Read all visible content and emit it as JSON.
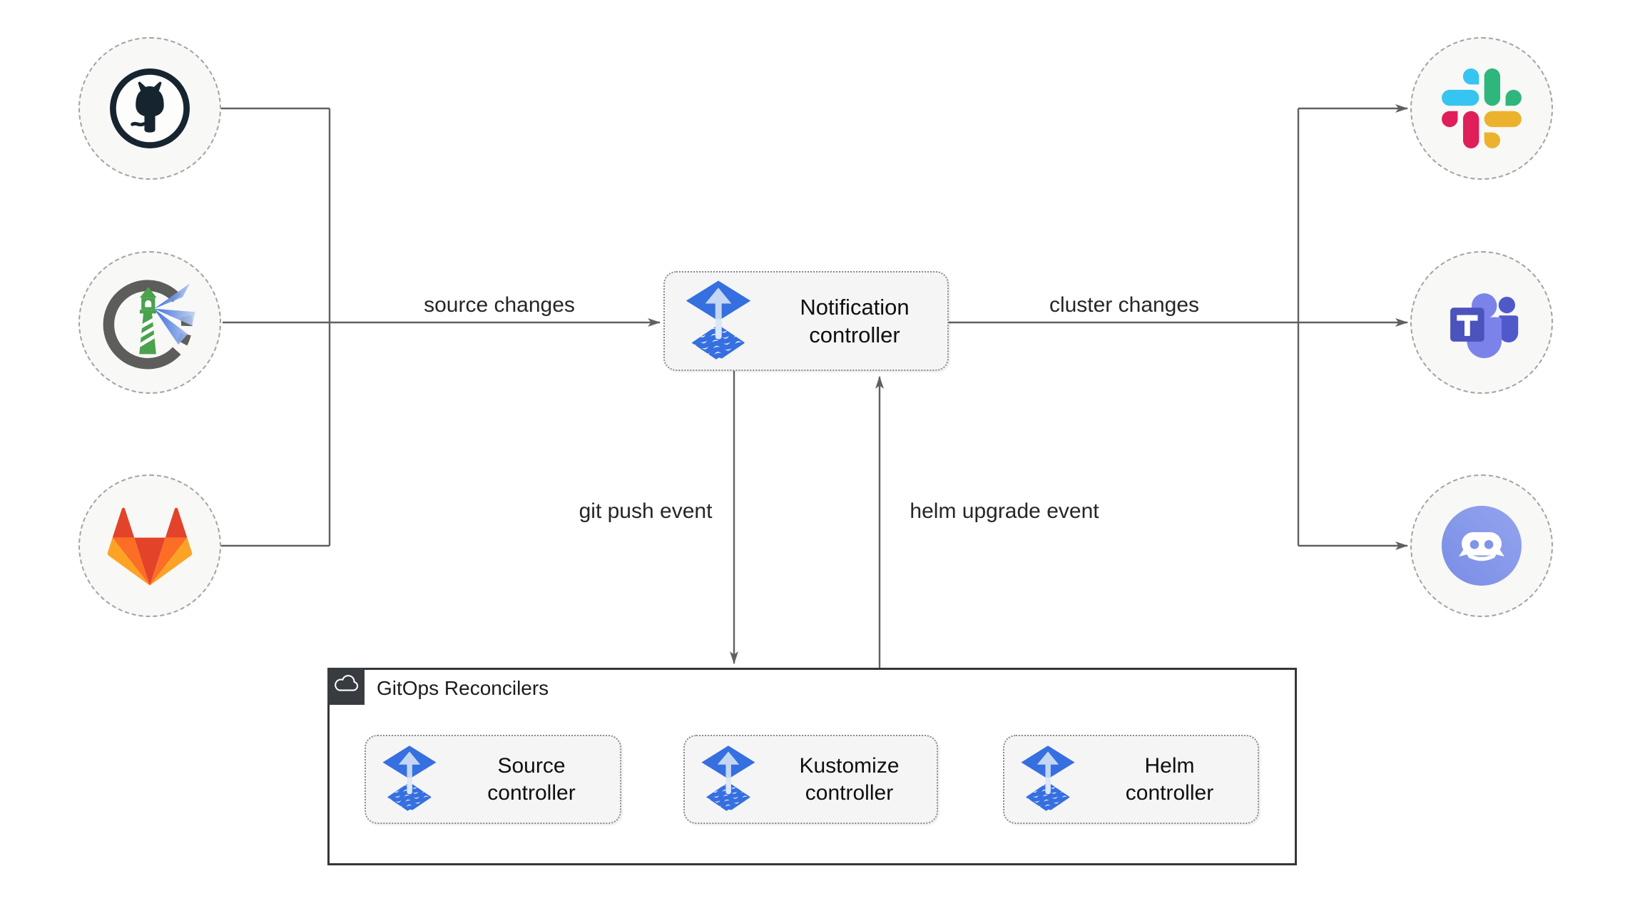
{
  "diagram": {
    "nodes": {
      "notification": {
        "lines": [
          "Notification",
          "controller"
        ]
      },
      "source": {
        "lines": [
          "Source",
          "controller"
        ]
      },
      "kustomize": {
        "lines": [
          "Kustomize",
          "controller"
        ]
      },
      "helm": {
        "lines": [
          "Helm",
          "controller"
        ]
      }
    },
    "edges": {
      "source_changes": "source changes",
      "cluster_changes": "cluster changes",
      "git_push_event": "git push event",
      "helm_upgrade_event": "helm upgrade event"
    },
    "container": {
      "title": "GitOps Reconcilers"
    },
    "icons": {
      "sources": [
        "github-icon",
        "harbor-icon",
        "gitlab-icon"
      ],
      "notifiers": [
        "slack-icon",
        "teams-icon",
        "discord-icon"
      ],
      "controller_icon": "flux-icon",
      "container_icon": "cloud-icon"
    },
    "colors": {
      "flux_blue": "#356fe0",
      "flux_arrow_light": "#c4d6f4",
      "line_gray": "#606060",
      "node_fill": "#f5f5f5",
      "circle_fill": "#f8f8f6",
      "container_border": "#33373b",
      "tab_dark": "#383c40",
      "github_dark": "#16242f",
      "harbor_green": "#4aa24e",
      "harbor_ring_gray": "#5d5d5b",
      "gitlab_red": "#e24329",
      "gitlab_orange": "#fc6d26",
      "gitlab_yellow": "#fca326",
      "slack_blue": "#36c5f0",
      "slack_green": "#2eb67d",
      "slack_yellow": "#ecb22e",
      "slack_red": "#e01e5a",
      "teams_light": "#7b83eb",
      "teams_dark": "#5059c9",
      "teams_square": "#4b53bc",
      "discord_purple": "#8095e8"
    }
  }
}
